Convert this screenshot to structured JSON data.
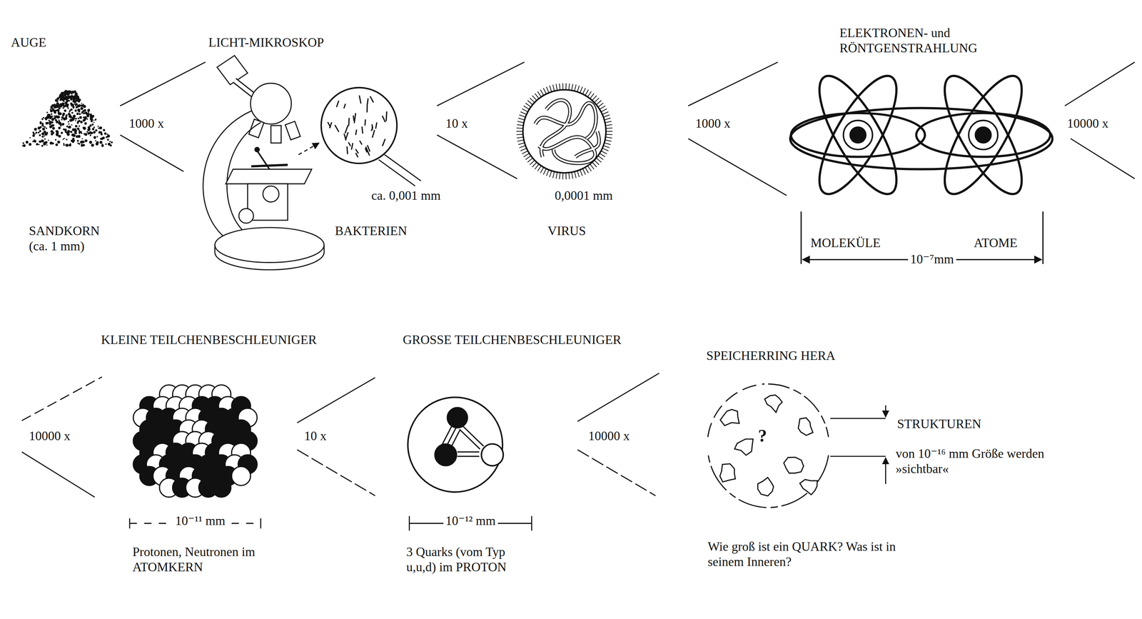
{
  "diagram": {
    "nodes": [
      {
        "text": [
          "?"
        ]
      }
    ],
    "labels": [
      "AUGE",
      "LICHT-MIKROSKOP",
      "1000 x",
      "SANDKORN (ca. 1 mm)",
      "ca. 0,001 mm",
      "BAKTERIEN",
      "10 x",
      "0,0001 mm",
      "VIRUS",
      "1000 x",
      "ELEKTRONEN- und RÖNTGENSTRAHLUNG",
      "10000 x",
      "MOLEKÜLE",
      "ATOME",
      "10⁻⁷mm",
      "KLEINE TEILCHENBESCHLEUNIGER",
      "10000 x",
      "10⁻¹¹ mm",
      "Protonen, Neutronen im ATOMKERN",
      "10 x",
      "GROSSE TEILCHENBESCHLEUNIGER",
      "10⁻¹² mm",
      "3 Quarks (vom Typ u,u,d) im PROTON",
      "10000 x",
      "SPEICHERRING HERA",
      "STRUKTUREN",
      "von 10⁻¹⁶ mm Größe werden »sichtbar«",
      "Wie groß ist ein QUARK? Was ist in seinem Inneren?"
    ]
  }
}
